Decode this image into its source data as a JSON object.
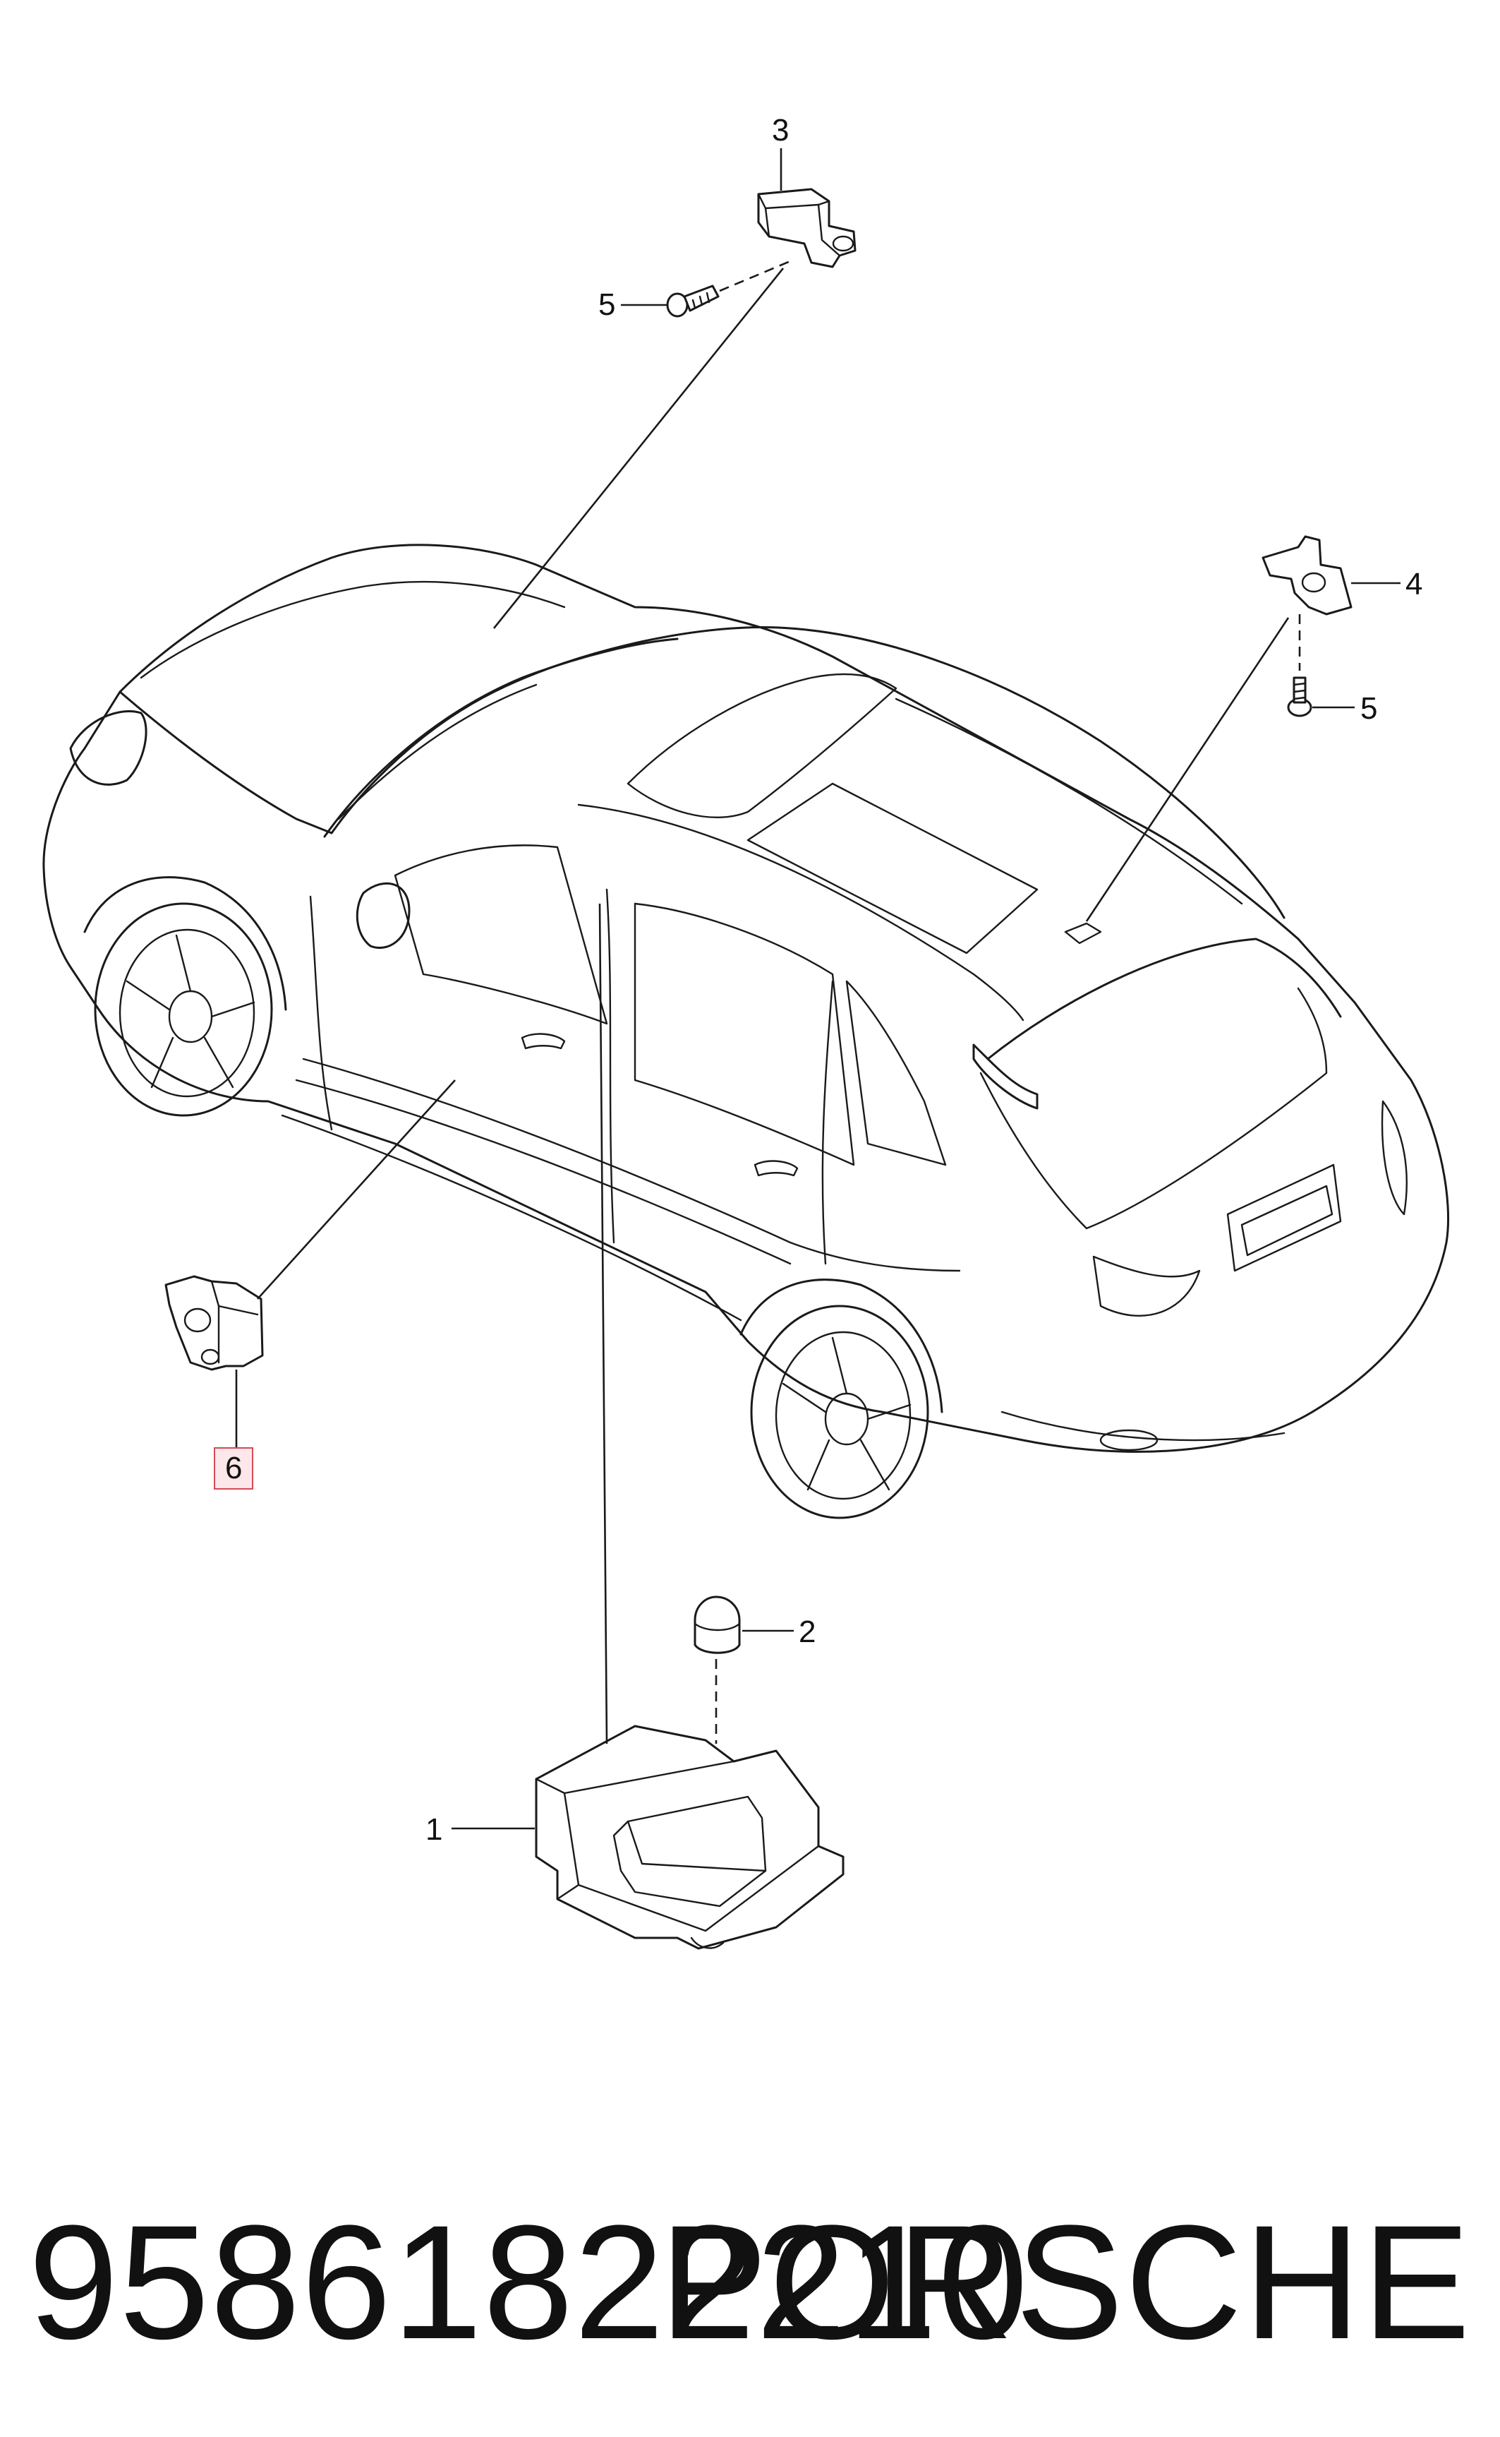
{
  "diagram": {
    "callouts": [
      {
        "id": "c3",
        "label": "3"
      },
      {
        "id": "c5a",
        "label": "5"
      },
      {
        "id": "c4",
        "label": "4"
      },
      {
        "id": "c5b",
        "label": "5"
      },
      {
        "id": "c6",
        "label": "6",
        "highlighted": true
      },
      {
        "id": "c2",
        "label": "2"
      },
      {
        "id": "c1",
        "label": "1"
      }
    ],
    "highlight_colors": {
      "border": "#d44b57",
      "fill": "#fde7ea"
    }
  },
  "footer": {
    "part_number": "95861822210",
    "brand": "PORSCHE"
  }
}
